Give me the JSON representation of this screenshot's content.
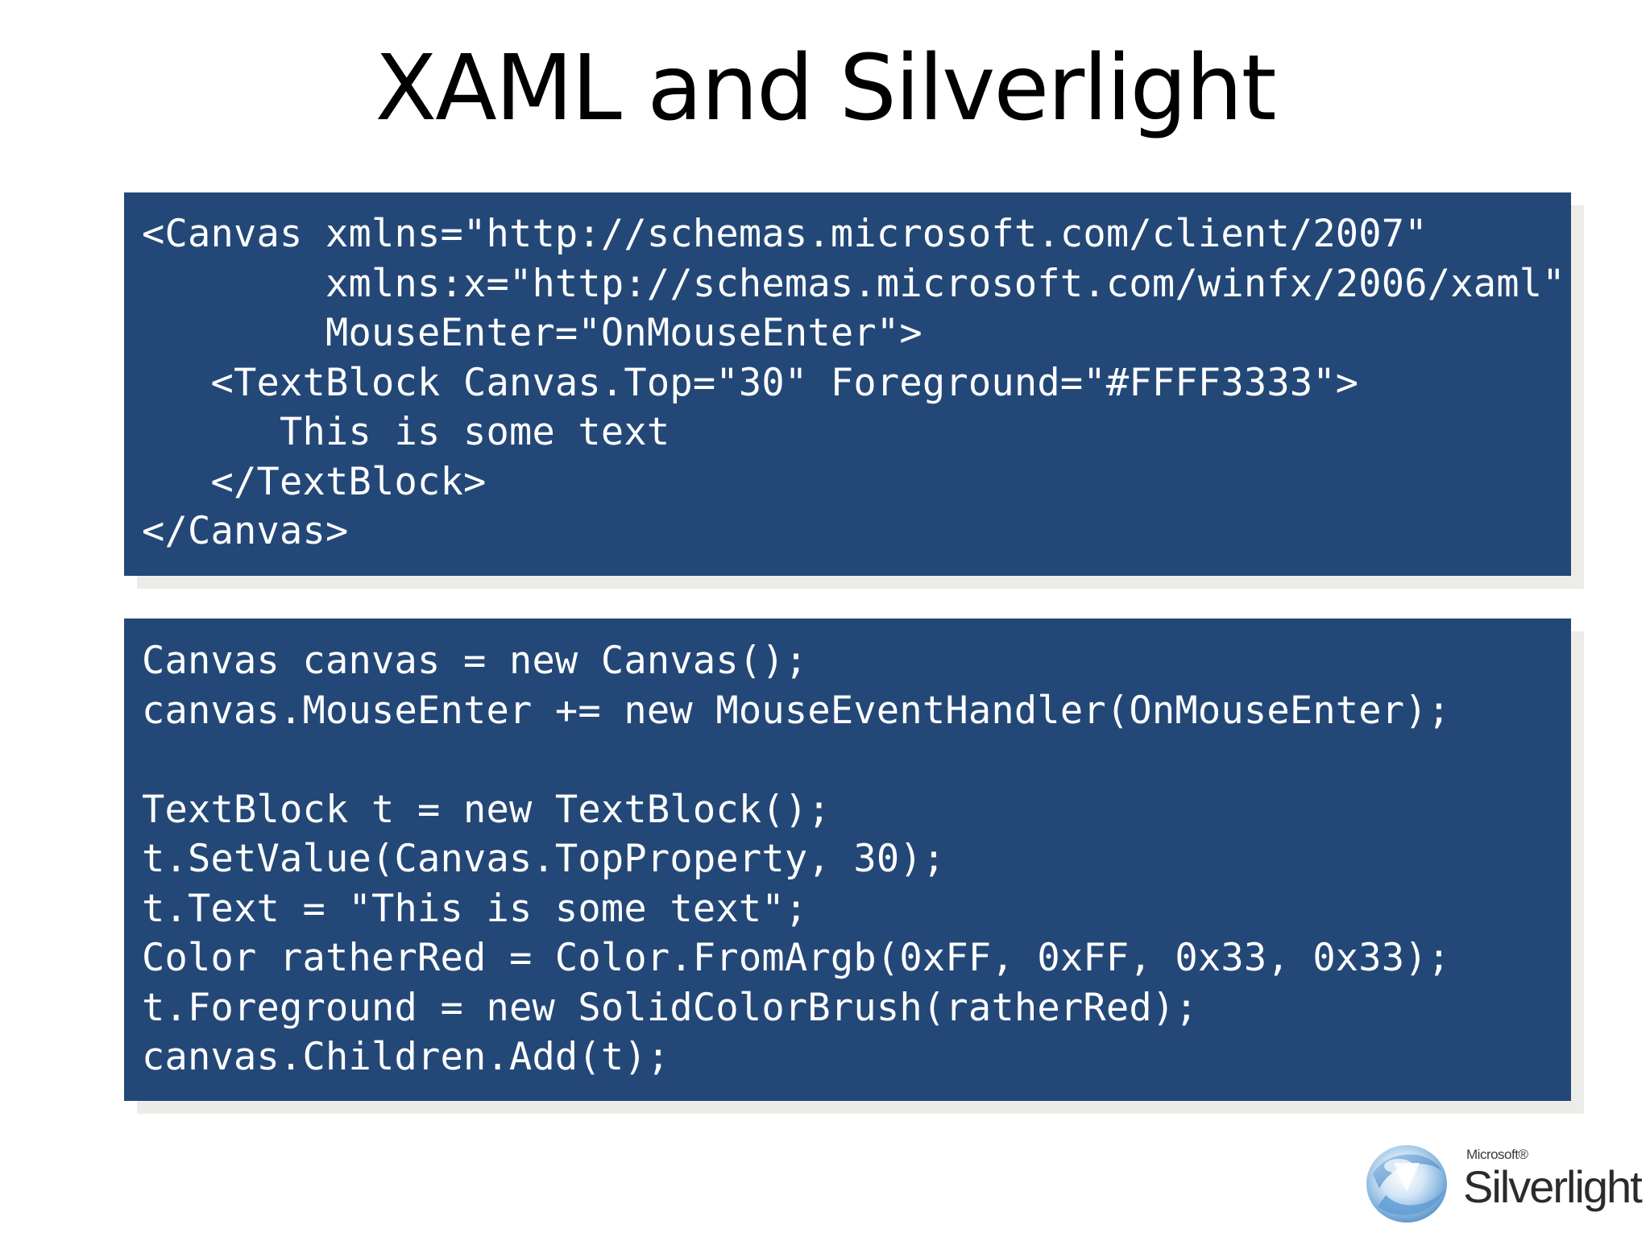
{
  "title": "XAML and Silverlight",
  "xaml_block": {
    "lines": [
      "<Canvas xmlns=\"http://schemas.microsoft.com/client/2007\"",
      "        xmlns:x=\"http://schemas.microsoft.com/winfx/2006/xaml\"",
      "        MouseEnter=\"OnMouseEnter\">",
      "   <TextBlock Canvas.Top=\"30\" Foreground=\"#FFFF3333\">",
      "      This is some text",
      "   </TextBlock>",
      "</Canvas>"
    ]
  },
  "csharp_block": {
    "lines": [
      "Canvas canvas = new Canvas();",
      "canvas.MouseEnter += new MouseEventHandler(OnMouseEnter);",
      "",
      "TextBlock t = new TextBlock();",
      "t.SetValue(Canvas.TopProperty, 30);",
      "t.Text = \"This is some text\";",
      "Color ratherRed = Color.FromArgb(0xFF, 0xFF, 0x33, 0x33);",
      "t.Foreground = new SolidColorBrush(ratherRed);",
      "canvas.Children.Add(t);"
    ]
  },
  "logo": {
    "brand": "Microsoft®",
    "product": "Silverlight",
    "icon": "silverlight-logo-icon"
  },
  "colors": {
    "code_background": "#234878",
    "code_text": "#ffffff",
    "title_text": "#000000"
  }
}
